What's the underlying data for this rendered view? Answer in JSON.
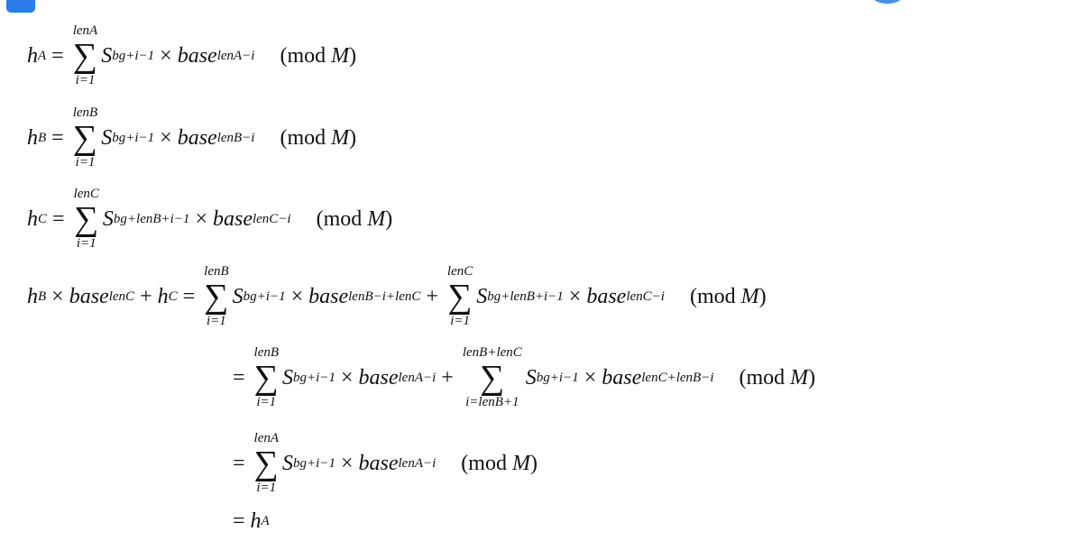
{
  "rows": [
    {
      "segs": [
        {
          "k": "m",
          "s": "h"
        },
        {
          "k": "sub",
          "s": "A"
        },
        {
          "k": "op",
          "s": "="
        },
        {
          "k": "sum",
          "up": "lenA",
          "lo": "i=1"
        },
        {
          "k": "m",
          "s": "S"
        },
        {
          "k": "sub",
          "s": "bg+i−1"
        },
        {
          "k": "op",
          "s": "×"
        },
        {
          "k": "m",
          "s": "base"
        },
        {
          "k": "sup",
          "s": "lenA−i"
        },
        {
          "k": "mod",
          "s": "(mod ",
          "v": "M",
          "e": ")"
        }
      ]
    },
    {
      "segs": [
        {
          "k": "m",
          "s": "h"
        },
        {
          "k": "sub",
          "s": "B"
        },
        {
          "k": "op",
          "s": "="
        },
        {
          "k": "sum",
          "up": "lenB",
          "lo": "i=1"
        },
        {
          "k": "m",
          "s": "S"
        },
        {
          "k": "sub",
          "s": "bg+i−1"
        },
        {
          "k": "op",
          "s": "×"
        },
        {
          "k": "m",
          "s": "base"
        },
        {
          "k": "sup",
          "s": "lenB−i"
        },
        {
          "k": "mod",
          "s": "(mod ",
          "v": "M",
          "e": ")"
        }
      ]
    },
    {
      "segs": [
        {
          "k": "m",
          "s": "h"
        },
        {
          "k": "sub",
          "s": "C"
        },
        {
          "k": "op",
          "s": "="
        },
        {
          "k": "sum",
          "up": "lenC",
          "lo": "i=1"
        },
        {
          "k": "m",
          "s": "S"
        },
        {
          "k": "sub",
          "s": "bg+lenB+i−1"
        },
        {
          "k": "op",
          "s": "×"
        },
        {
          "k": "m",
          "s": "base"
        },
        {
          "k": "sup",
          "s": "lenC−i"
        },
        {
          "k": "mod",
          "s": "(mod ",
          "v": "M",
          "e": ")"
        }
      ]
    },
    {
      "segs": [
        {
          "k": "m",
          "s": "h"
        },
        {
          "k": "sub",
          "s": "B"
        },
        {
          "k": "op",
          "s": "×"
        },
        {
          "k": "m",
          "s": "base"
        },
        {
          "k": "sup",
          "s": "lenC"
        },
        {
          "k": "op",
          "s": "+"
        },
        {
          "k": "m",
          "s": "h"
        },
        {
          "k": "sub",
          "s": "C"
        },
        {
          "k": "op",
          "s": "="
        },
        {
          "k": "sum",
          "up": "lenB",
          "lo": "i=1"
        },
        {
          "k": "m",
          "s": "S"
        },
        {
          "k": "sub",
          "s": "bg+i−1"
        },
        {
          "k": "op",
          "s": "×"
        },
        {
          "k": "m",
          "s": "base"
        },
        {
          "k": "sup",
          "s": "lenB−i+lenC"
        },
        {
          "k": "op",
          "s": "+"
        },
        {
          "k": "sum",
          "up": "lenC",
          "lo": "i=1"
        },
        {
          "k": "m",
          "s": "S"
        },
        {
          "k": "sub",
          "s": "bg+lenB+i−1"
        },
        {
          "k": "op",
          "s": "×"
        },
        {
          "k": "m",
          "s": "base"
        },
        {
          "k": "sup",
          "s": "lenC−i"
        },
        {
          "k": "mod",
          "s": "(mod ",
          "v": "M",
          "e": ")"
        }
      ]
    },
    {
      "segs": [
        {
          "k": "op",
          "s": "="
        },
        {
          "k": "sum",
          "up": "lenB",
          "lo": "i=1"
        },
        {
          "k": "m",
          "s": "S"
        },
        {
          "k": "sub",
          "s": "bg+i−1"
        },
        {
          "k": "op",
          "s": "×"
        },
        {
          "k": "m",
          "s": "base"
        },
        {
          "k": "sup",
          "s": "lenA−i"
        },
        {
          "k": "op",
          "s": "+"
        },
        {
          "k": "sum",
          "up": "lenB+lenC",
          "lo": "i=lenB+1"
        },
        {
          "k": "m",
          "s": "S"
        },
        {
          "k": "sub",
          "s": "bg+i−1"
        },
        {
          "k": "op",
          "s": "×"
        },
        {
          "k": "m",
          "s": "base"
        },
        {
          "k": "sup",
          "s": "lenC+lenB−i"
        },
        {
          "k": "mod",
          "s": "(mod ",
          "v": "M",
          "e": ")"
        }
      ]
    },
    {
      "segs": [
        {
          "k": "op",
          "s": "="
        },
        {
          "k": "sum",
          "up": "lenA",
          "lo": "i=1"
        },
        {
          "k": "m",
          "s": "S"
        },
        {
          "k": "sub",
          "s": "bg+i−1"
        },
        {
          "k": "op",
          "s": "×"
        },
        {
          "k": "m",
          "s": "base"
        },
        {
          "k": "sup",
          "s": "lenA−i"
        },
        {
          "k": "mod",
          "s": "(mod ",
          "v": "M",
          "e": ")"
        }
      ]
    },
    {
      "segs": [
        {
          "k": "op",
          "s": "="
        },
        {
          "k": "m",
          "s": "h"
        },
        {
          "k": "sub",
          "s": "A"
        }
      ]
    }
  ]
}
